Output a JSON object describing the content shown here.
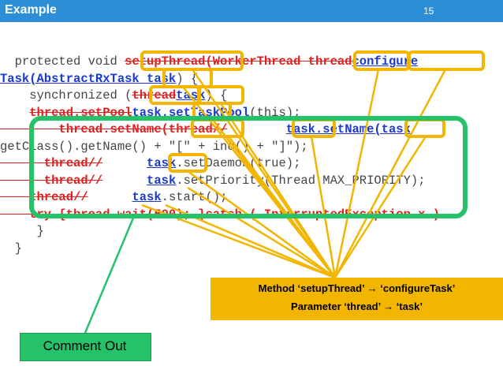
{
  "header": {
    "title": "Example",
    "page_number": "15"
  },
  "code_lines": [
    [
      {
        "t": "  protected void ",
        "c": "gray"
      },
      {
        "t": "setupThread(WorkerThread thread",
        "c": "red"
      },
      {
        "t": "configure",
        "c": "blue"
      }
    ],
    [
      {
        "t": "Task(AbstractRxTask task",
        "c": "blue"
      },
      {
        "t": ") {",
        "c": "gray"
      }
    ],
    [
      {
        "t": "    synchronized (",
        "c": "gray"
      },
      {
        "t": "thread",
        "c": "red"
      },
      {
        "t": "task",
        "c": "blue"
      },
      {
        "t": ") {",
        "c": "gray"
      }
    ],
    [
      {
        "t": "    ",
        "c": "gray"
      },
      {
        "t": "thread.setPool",
        "c": "red"
      },
      {
        "t": "task.setTaskPool",
        "c": "blue"
      },
      {
        "t": "(this);",
        "c": "gray"
      }
    ],
    [
      {
        "t": "        thread.setName(thread//",
        "c": "red"
      },
      {
        "t": "        ",
        "c": "gray"
      },
      {
        "t": "task.setName(task",
        "c": "blue"
      }
    ],
    [
      {
        "t": "getClass().getName() + \"[\" + inc() + \"]\");",
        "c": "gray"
      }
    ],
    [
      {
        "t": "      thread//",
        "c": "red"
      },
      {
        "t": "      ",
        "c": "gray"
      },
      {
        "t": "task",
        "c": "blue"
      },
      {
        "t": ".setDaemon(true);",
        "c": "gray"
      }
    ],
    [
      {
        "t": "      thread//",
        "c": "red"
      },
      {
        "t": "      ",
        "c": "gray"
      },
      {
        "t": "task",
        "c": "blue"
      },
      {
        "t": ".setPriority(Thread.MAX_PRIORITY);",
        "c": "gray"
      }
    ],
    [
      {
        "t": "    thread//",
        "c": "red"
      },
      {
        "t": "      ",
        "c": "gray"
      },
      {
        "t": "task",
        "c": "blue"
      },
      {
        "t": ".start();",
        "c": "gray"
      }
    ],
    [
      {
        "t": "    try {thread.wait(500); }catch ( InterruptedException x )",
        "c": "red"
      }
    ],
    [
      {
        "t": "     }",
        "c": "gray"
      }
    ],
    [
      {
        "t": "  }",
        "c": "gray"
      }
    ]
  ],
  "legend": {
    "line1": "Method ‘setupThread’ → ‘configureTask’",
    "line2": "Parameter ‘thread’ → ‘task’"
  },
  "comment_out_label": "Comment Out",
  "colors": {
    "header_bg": "#2c8ed6",
    "highlight_yellow": "#f2b600",
    "comment_green": "#25c26a",
    "code_blue": "#1a3ad1",
    "code_red": "#e21f1f"
  }
}
